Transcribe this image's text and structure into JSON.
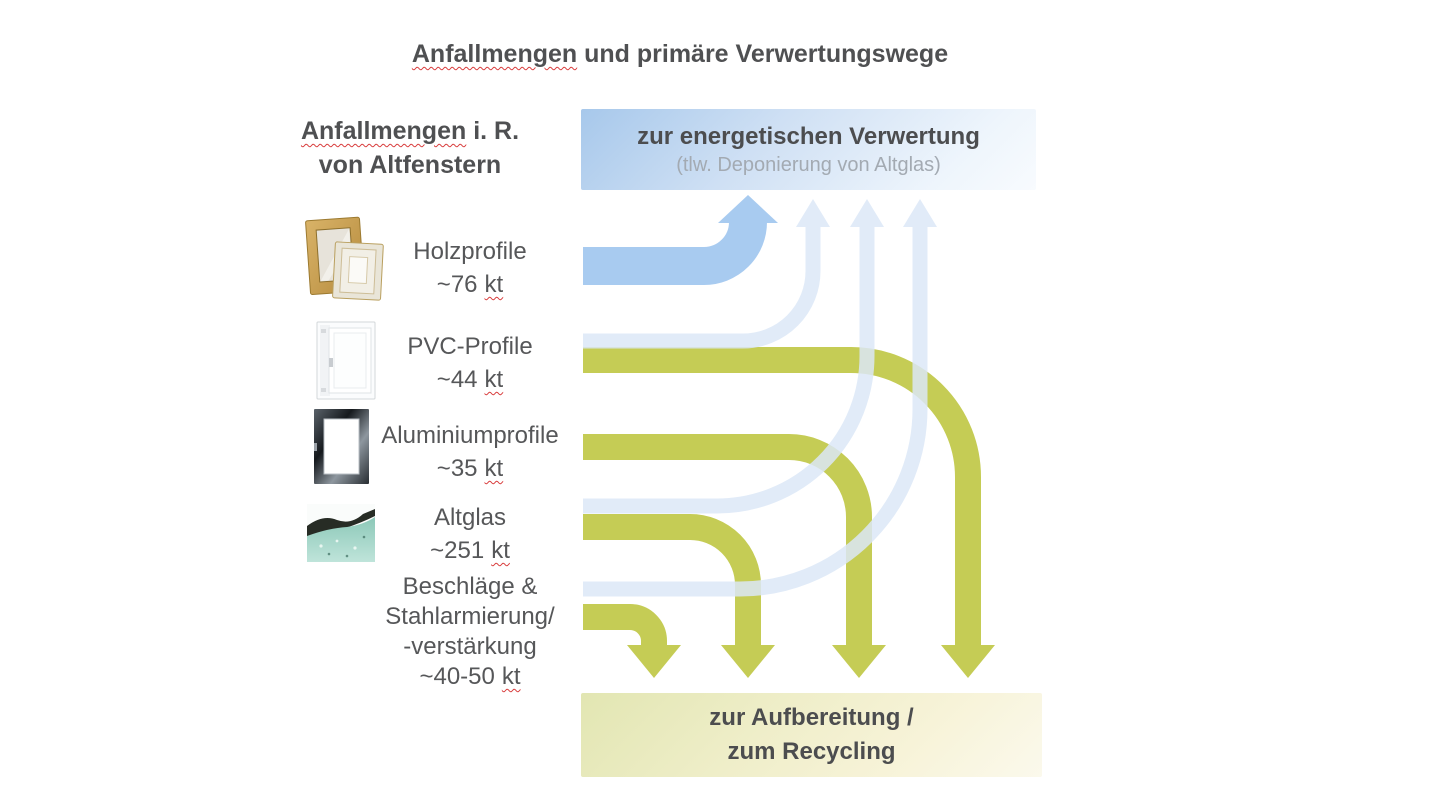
{
  "title": {
    "underlined_word": "Anfallmengen",
    "rest": " und primäre Verwertungswege"
  },
  "left_panel": {
    "heading": {
      "line1_underlined": "Anfallmengen",
      "line1_rest": " i. R.",
      "line2": "von Altfenstern"
    },
    "materials": [
      {
        "name": "Holzprofile",
        "amount": "~76",
        "unit": "kt",
        "image": "wood-windows-photo"
      },
      {
        "name": "PVC-Profile",
        "amount": "~44",
        "unit": "kt",
        "image": "pvc-window-photo"
      },
      {
        "name": "Aluminiumprofile",
        "amount": "~35",
        "unit": "kt",
        "image": "aluminium-window-photo"
      },
      {
        "name": "Altglas",
        "amount": "~251",
        "unit": "kt",
        "image": "glass-cullet-photo"
      },
      {
        "name_lines": [
          "Beschläge &",
          "Stahlarmierung/",
          "-verstärkung"
        ],
        "amount": "~40-50",
        "unit": "kt",
        "image": null
      }
    ]
  },
  "destinations": {
    "energy": {
      "title": "zur energetischen Verwertung",
      "subtitle": "(tlw. Deponierung von Altglas)"
    },
    "recycling": {
      "title_line1": "zur Aufbereitung /",
      "title_line2": "zum Recycling"
    }
  },
  "flows": [
    {
      "from": "Holzprofile",
      "to": "zur energetischen Verwertung",
      "style": "wide-blue"
    },
    {
      "from": "PVC-Profile",
      "to": "zur energetischen Verwertung",
      "style": "thin-pale-blue"
    },
    {
      "from": "Altglas",
      "to": "zur energetischen Verwertung",
      "style": "thin-pale-blue"
    },
    {
      "from": "Beschläge & Stahlarmierung",
      "to": "zur energetischen Verwertung",
      "style": "thin-pale-blue"
    },
    {
      "from": "PVC-Profile",
      "to": "zur Aufbereitung / zum Recycling",
      "style": "wide-green"
    },
    {
      "from": "Aluminiumprofile",
      "to": "zur Aufbereitung / zum Recycling",
      "style": "wide-green"
    },
    {
      "from": "Altglas",
      "to": "zur Aufbereitung / zum Recycling",
      "style": "wide-green"
    },
    {
      "from": "Beschläge & Stahlarmierung",
      "to": "zur Aufbereitung / zum Recycling",
      "style": "wide-green"
    }
  ],
  "colors": {
    "wide_blue_arrow": "#a8cbf0",
    "pale_blue_arrow": "#dce8f7",
    "green_arrow": "#c5cc55",
    "energy_box_top": "#a7c8eb",
    "energy_box_bottom": "#f8fbfe",
    "recycling_box_top": "#e2e6b2",
    "recycling_box_bottom": "#fbf9ec",
    "heading_text": "#4f5052",
    "body_text": "#565759",
    "subtitle_text": "#a3aab2",
    "spellcheck_underline": "#d83b3b"
  }
}
